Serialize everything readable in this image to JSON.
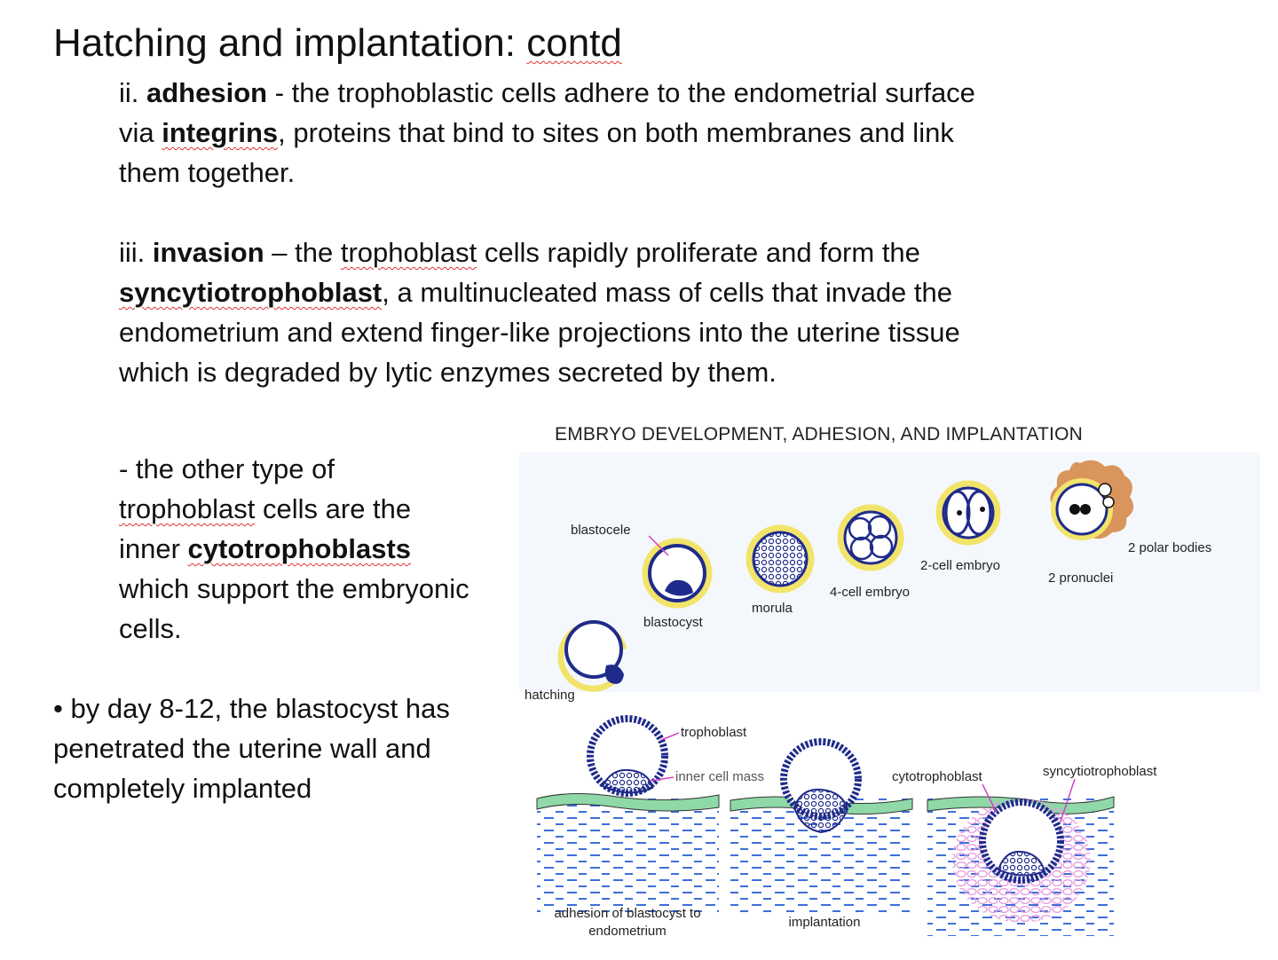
{
  "title": {
    "main": "Hatching and implantation: ",
    "emph": "contd"
  },
  "adhesion": {
    "prefix": "ii. ",
    "term": "adhesion",
    "text1": "  - the trophoblastic cells adhere to the endometrial surface via ",
    "term2": "integrins",
    "text2": ", proteins that bind to sites on both membranes and link them together."
  },
  "invasion": {
    "prefix": "iii. ",
    "term": "invasion",
    "text1": " – the ",
    "term2": "trophoblast",
    "text2": " cells rapidly proliferate and form the ",
    "term3": "syncytiotrophoblast",
    "text3": ", a multinucleated mass of cells that invade the endometrium and extend finger-like projections into the uterine tissue which is degraded by lytic enzymes secreted by them."
  },
  "cyto": {
    "text1": "- the other type of ",
    "term1": "trophoblast",
    "text2": " cells are the inner  ",
    "term2": "cytotrophoblasts",
    "text3": " which support the embryonic cells."
  },
  "bullet": {
    "symbol": "•",
    "text": " by day 8-12, the blastocyst has penetrated the uterine wall and completely implanted"
  },
  "figure": {
    "title": "EMBRYO DEVELOPMENT, ADHESION, AND IMPLANTATION",
    "labels": {
      "blastocele": "blastocele",
      "blastocyst": "blastocyst",
      "morula": "morula",
      "four_cell": "4-cell embryo",
      "two_cell": "2-cell embryo",
      "pronuclei": "2 pronuclei",
      "polar": "2 polar bodies",
      "hatching": "hatching",
      "trophoblast": "trophoblast",
      "icm": "inner cell mass",
      "cytotrophoblast": "cytotrophoblast",
      "syncytiotrophoblast": "syncytiotrophoblast",
      "adhesion_line1": "adhesion of blastocyst to",
      "adhesion_line2": "endometrium",
      "implantation": "implantation"
    },
    "colors": {
      "cell_outline": "#1f2b8a",
      "zona": "#f2e46a",
      "corona": "#d6894a",
      "epithelium": "#8fd9a8",
      "tissue": "#3d6fd8",
      "syncytio": "#e69be0"
    }
  }
}
